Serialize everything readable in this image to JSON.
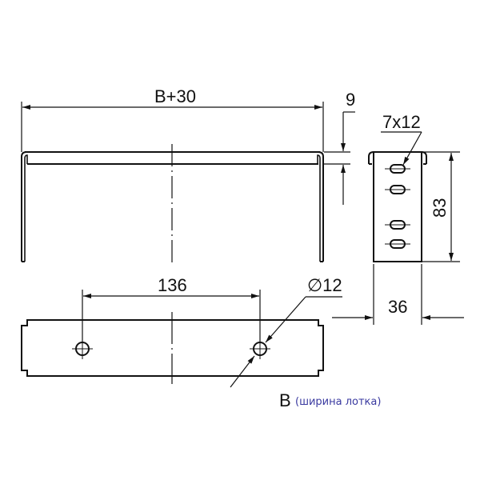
{
  "drawing": {
    "type": "technical-drawing",
    "subject": "cable tray bracket / mounting strip",
    "views": {
      "front": {
        "overall_width_label": "B+30",
        "lip_height_label": "9"
      },
      "side": {
        "slot_label": "7x12",
        "height_label": "83",
        "width_label": "36",
        "slot_count": 4
      },
      "plan": {
        "hole_spacing_label": "136",
        "hole_diameter_label": "∅12",
        "hole_count": 2
      }
    },
    "note": {
      "main": "B",
      "sub": "(ширина лотка)"
    },
    "colors": {
      "line": "#111111",
      "note_sub": "#3a3aa0",
      "background": "#ffffff"
    }
  }
}
